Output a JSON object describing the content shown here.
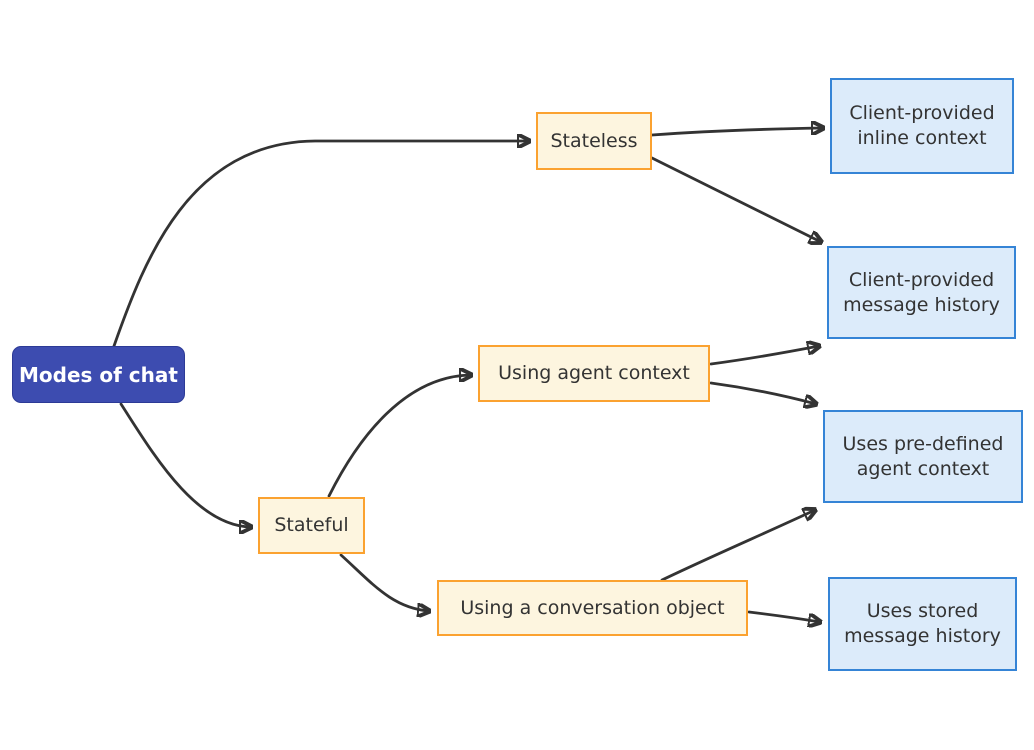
{
  "diagram": {
    "nodes": {
      "root": {
        "label": "Modes of chat"
      },
      "stateless": {
        "label": "Stateless"
      },
      "stateful": {
        "label": "Stateful"
      },
      "using_agent_context": {
        "label": "Using agent context"
      },
      "using_conversation_object": {
        "label": "Using a conversation object"
      },
      "client_inline_context": {
        "label": "Client-provided\ninline context"
      },
      "client_message_history": {
        "label": "Client-provided\nmessage history"
      },
      "predefined_agent_context": {
        "label": "Uses pre-defined\nagent context"
      },
      "stored_message_history": {
        "label": "Uses stored\nmessage history"
      }
    },
    "edges": [
      {
        "from": "root",
        "to": "stateless"
      },
      {
        "from": "root",
        "to": "stateful"
      },
      {
        "from": "stateless",
        "to": "client_inline_context"
      },
      {
        "from": "stateless",
        "to": "client_message_history"
      },
      {
        "from": "stateful",
        "to": "using_agent_context"
      },
      {
        "from": "stateful",
        "to": "using_conversation_object"
      },
      {
        "from": "using_agent_context",
        "to": "client_message_history"
      },
      {
        "from": "using_agent_context",
        "to": "predefined_agent_context"
      },
      {
        "from": "using_conversation_object",
        "to": "predefined_agent_context"
      },
      {
        "from": "using_conversation_object",
        "to": "stored_message_history"
      }
    ],
    "colors": {
      "background": "#ffffff",
      "root_fill": "#3d4cb0",
      "root_border": "#2c3a96",
      "root_text": "#ffffff",
      "branch_fill": "#fdf5df",
      "branch_border": "#fba230",
      "leaf_fill": "#dcebfa",
      "leaf_border": "#3584d6",
      "edge": "#333333",
      "text": "#333333"
    }
  }
}
